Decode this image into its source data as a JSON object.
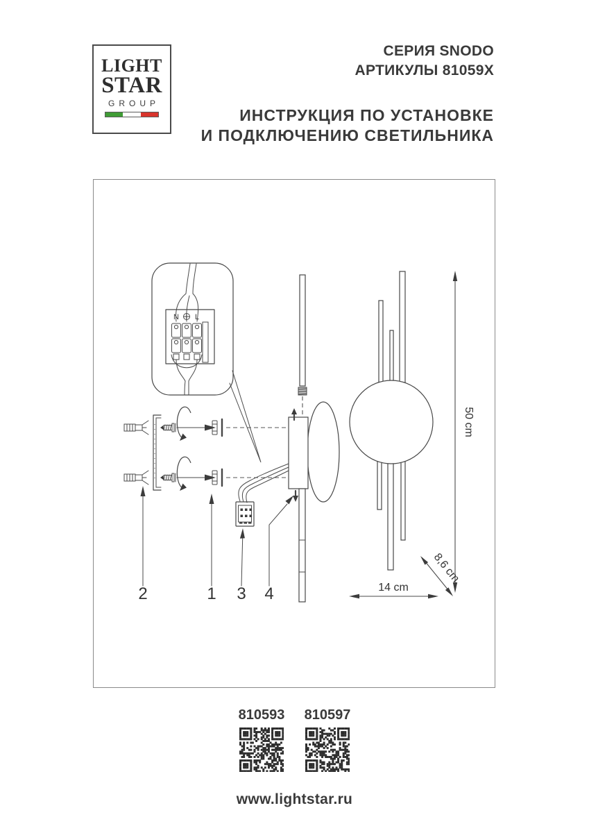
{
  "header": {
    "logo": {
      "line1": "LIGHT",
      "line2": "STAR",
      "line3": "GROUP"
    },
    "series": "СЕРИЯ SNODO",
    "articles": "АРТИКУЛЫ 81059X",
    "instruction_line1": "ИНСТРУКЦИЯ ПО УСТАНОВКЕ",
    "instruction_line2": "И ПОДКЛЮЧЕНИЮ СВЕТИЛЬНИКА"
  },
  "diagram": {
    "terminal_labels": {
      "n": "N",
      "l": "L"
    },
    "part_labels": [
      "2",
      "1",
      "3",
      "4"
    ],
    "dimensions": {
      "height": "50 cm",
      "width": "14 cm",
      "depth": "8,6 cm"
    }
  },
  "footer": {
    "qr_codes": [
      {
        "label": "810593"
      },
      {
        "label": "810597"
      }
    ],
    "website": "www.lightstar.ru"
  },
  "colors": {
    "flag_green": "#3f9c35",
    "flag_white": "#ffffff",
    "flag_red": "#d8342c",
    "line": "#464646",
    "text": "#383838"
  }
}
